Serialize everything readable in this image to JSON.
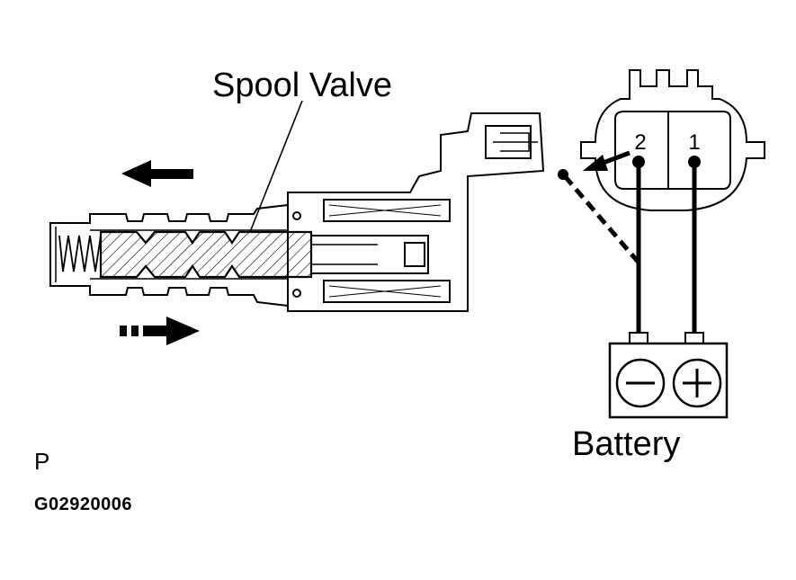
{
  "labels": {
    "spool_valve": "Spool Valve",
    "battery": "Battery",
    "page_marker": "P",
    "figure_code": "G02920006"
  },
  "connector": {
    "pin_2": "2",
    "pin_1": "1"
  },
  "battery": {
    "negative_symbol": "minus-icon",
    "positive_symbol": "plus-icon"
  },
  "arrows": {
    "top": "arrow-left-icon",
    "bottom": "arrow-right-dashed-icon"
  }
}
